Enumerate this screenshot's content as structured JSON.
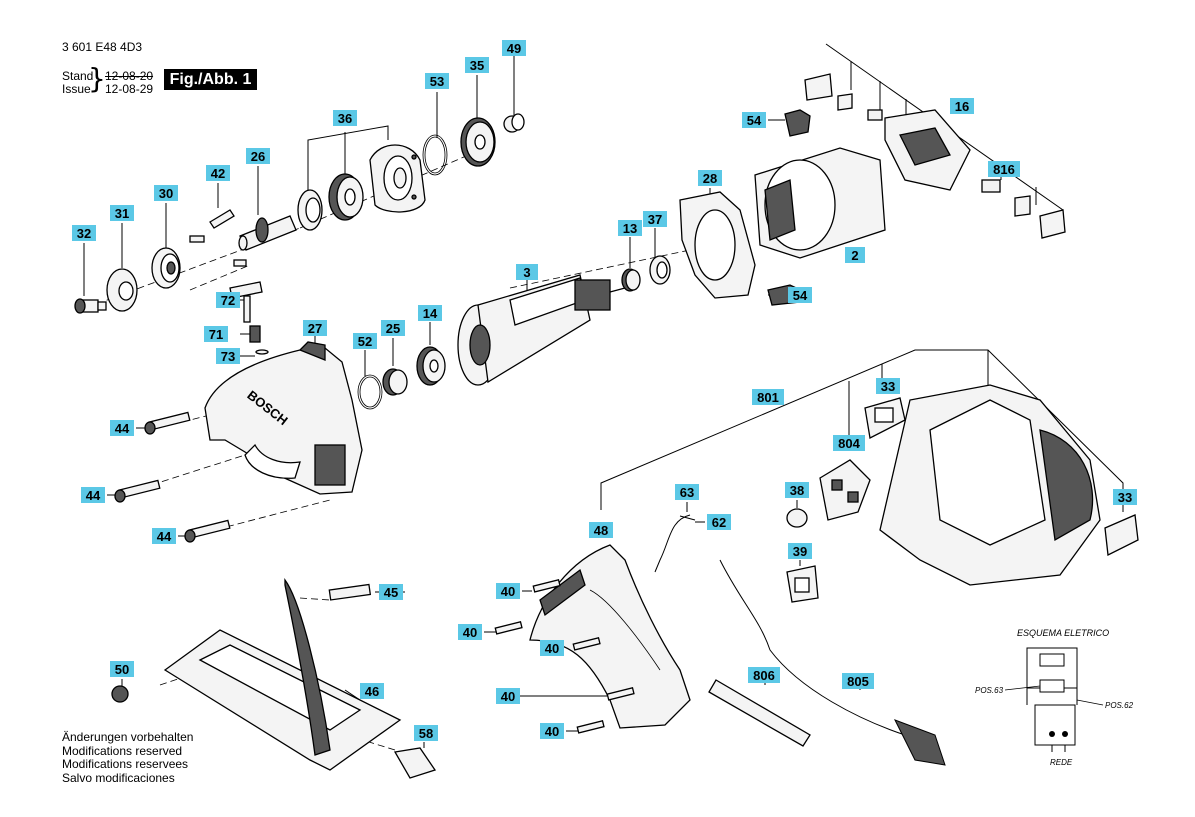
{
  "header": {
    "doc_number": "3 601 E48 4D3",
    "stand_label": "Stand",
    "stand_date": "12-08-20",
    "issue_label": "Issue",
    "issue_date": "12-08-29",
    "figure_label": "Fig./Abb. 1"
  },
  "notes": [
    "Änderungen vorbehalten",
    "Modifications reserved",
    "Modifications reservees",
    "Salvo modificaciones"
  ],
  "schematic": {
    "title": "ESQUEMA ELETRICO",
    "pos63": "POS.63",
    "pos62": "POS.62",
    "rede": "REDE"
  },
  "brand": "BOSCH",
  "tags": [
    {
      "id": "t49",
      "label": "49"
    },
    {
      "id": "t35",
      "label": "35"
    },
    {
      "id": "t53",
      "label": "53"
    },
    {
      "id": "t36",
      "label": "36"
    },
    {
      "id": "t26",
      "label": "26"
    },
    {
      "id": "t42",
      "label": "42"
    },
    {
      "id": "t30",
      "label": "30"
    },
    {
      "id": "t31",
      "label": "31"
    },
    {
      "id": "t32",
      "label": "32"
    },
    {
      "id": "t72",
      "label": "72"
    },
    {
      "id": "t71",
      "label": "71"
    },
    {
      "id": "t73",
      "label": "73"
    },
    {
      "id": "t27",
      "label": "27"
    },
    {
      "id": "t52",
      "label": "52"
    },
    {
      "id": "t25",
      "label": "25"
    },
    {
      "id": "t14",
      "label": "14"
    },
    {
      "id": "t3",
      "label": "3"
    },
    {
      "id": "t13",
      "label": "13"
    },
    {
      "id": "t37",
      "label": "37"
    },
    {
      "id": "t28",
      "label": "28"
    },
    {
      "id": "t54a",
      "label": "54"
    },
    {
      "id": "t54b",
      "label": "54"
    },
    {
      "id": "t2",
      "label": "2"
    },
    {
      "id": "t16",
      "label": "16"
    },
    {
      "id": "t816",
      "label": "816"
    },
    {
      "id": "t44a",
      "label": "44"
    },
    {
      "id": "t44b",
      "label": "44"
    },
    {
      "id": "t44c",
      "label": "44"
    },
    {
      "id": "t801",
      "label": "801"
    },
    {
      "id": "t33a",
      "label": "33"
    },
    {
      "id": "t33b",
      "label": "33"
    },
    {
      "id": "t804",
      "label": "804"
    },
    {
      "id": "t38",
      "label": "38"
    },
    {
      "id": "t39",
      "label": "39"
    },
    {
      "id": "t63",
      "label": "63"
    },
    {
      "id": "t62",
      "label": "62"
    },
    {
      "id": "t48",
      "label": "48"
    },
    {
      "id": "t40a",
      "label": "40"
    },
    {
      "id": "t40b",
      "label": "40"
    },
    {
      "id": "t40c",
      "label": "40"
    },
    {
      "id": "t40d",
      "label": "40"
    },
    {
      "id": "t40e",
      "label": "40"
    },
    {
      "id": "t45",
      "label": "45"
    },
    {
      "id": "t50",
      "label": "50"
    },
    {
      "id": "t46",
      "label": "46"
    },
    {
      "id": "t58",
      "label": "58"
    },
    {
      "id": "t806",
      "label": "806"
    },
    {
      "id": "t805",
      "label": "805"
    }
  ],
  "colors": {
    "tag_fill": "#5bc8e6",
    "ink": "#000000"
  }
}
